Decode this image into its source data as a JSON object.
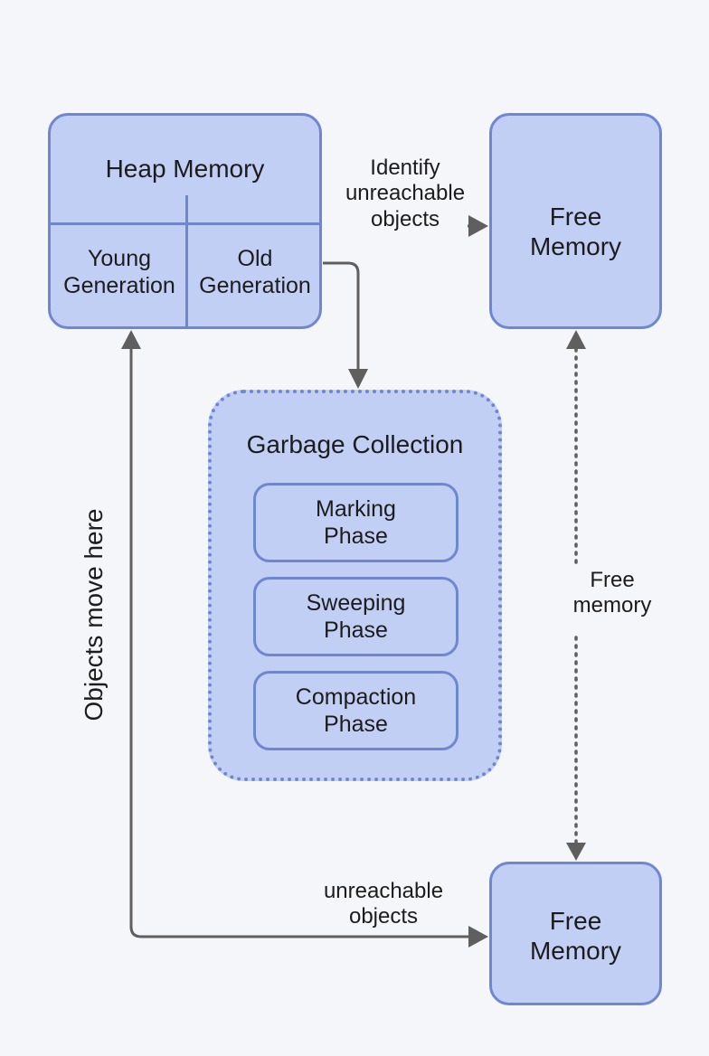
{
  "nodes": {
    "heap_memory": {
      "title": "Heap Memory",
      "young": "Young\nGeneration",
      "old": "Old\nGeneration"
    },
    "free_memory_top": {
      "label": "Free\nMemory"
    },
    "free_memory_bottom": {
      "label": "Free\nMemory"
    },
    "garbage_collection": {
      "title": "Garbage Collection",
      "phases": [
        "Marking\nPhase",
        "Sweeping\nPhase",
        "Compaction\nPhase"
      ]
    }
  },
  "edges": {
    "identify": "Identify\nunreachable\nobjects",
    "free_memory": "Free\nmemory",
    "unreachable": "unreachable\nobjects",
    "objects_move": "Objects move here"
  },
  "colors": {
    "box_fill": "#c2cff5",
    "box_border": "#6f86d1",
    "arrow": "#5f5f5f",
    "background": "#f5f6f9"
  }
}
